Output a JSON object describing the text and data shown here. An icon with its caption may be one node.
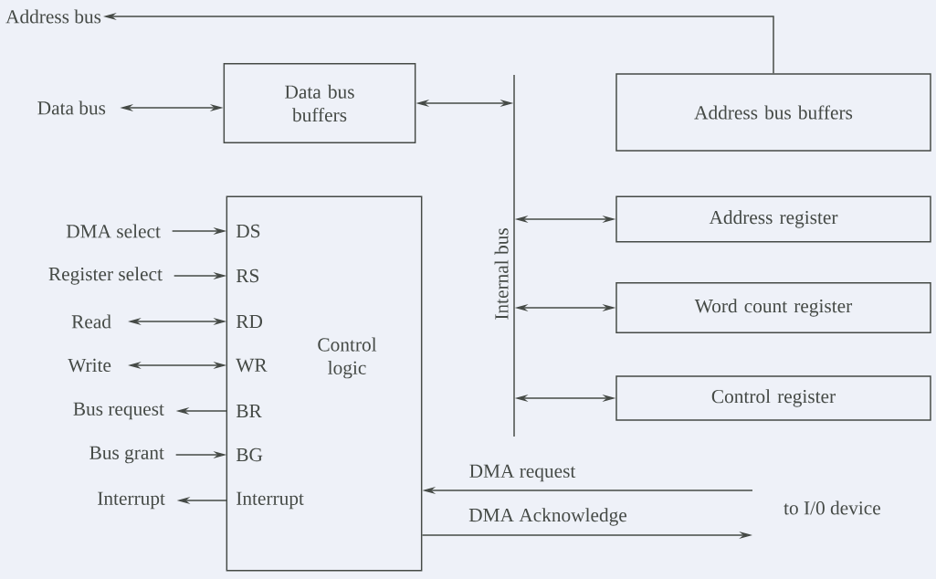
{
  "diagram": {
    "nodes": [
      {
        "text": [
          "Address bus"
        ]
      },
      {
        "text": [
          "Data bus"
        ]
      },
      {
        "text": [
          "Data bus buffers"
        ]
      },
      {
        "text": [
          "Address bus buffers"
        ]
      },
      {
        "text": [
          "Internal bus"
        ]
      },
      {
        "text": [
          "Address register"
        ]
      },
      {
        "text": [
          "Word count register"
        ]
      },
      {
        "text": [
          "Control register"
        ]
      },
      {
        "text": [
          "Control logic"
        ]
      },
      {
        "text": [
          "DS"
        ],
        "in": 8
      },
      {
        "text": [
          "RS"
        ],
        "in": 8
      },
      {
        "text": [
          "RD"
        ],
        "in": 8
      },
      {
        "text": [
          "WR"
        ],
        "in": 8
      },
      {
        "text": [
          "BR"
        ],
        "in": 8
      },
      {
        "text": [
          "BG"
        ],
        "in": 8
      },
      {
        "text": [
          "Interrupt"
        ],
        "in": 8
      },
      {
        "text": [
          "DMA select"
        ]
      },
      {
        "text": [
          "Register select"
        ]
      },
      {
        "text": [
          "Read"
        ]
      },
      {
        "text": [
          "Write"
        ]
      },
      {
        "text": [
          "Bus request"
        ]
      },
      {
        "text": [
          "Bus grant"
        ]
      },
      {
        "text": [
          "Interrupt"
        ]
      },
      {
        "text": [
          "to I/0 device"
        ]
      }
    ],
    "edges": [
      {
        "from": 3,
        "to": 0,
        "arrow": "to"
      },
      {
        "from": 1,
        "to": 2,
        "arrow": "both"
      },
      {
        "from": 2,
        "to": 4,
        "arrow": "both"
      },
      {
        "from": 4,
        "to": 5,
        "arrow": "both"
      },
      {
        "from": 4,
        "to": 6,
        "arrow": "both"
      },
      {
        "from": 4,
        "to": 7,
        "arrow": "both"
      },
      {
        "from": 16,
        "to": 9,
        "arrow": "to"
      },
      {
        "from": 17,
        "to": 10,
        "arrow": "to"
      },
      {
        "from": 18,
        "to": 11,
        "arrow": "both"
      },
      {
        "from": 19,
        "to": 12,
        "arrow": "both"
      },
      {
        "from": 13,
        "to": 20,
        "arrow": "to"
      },
      {
        "from": 21,
        "to": 14,
        "arrow": "to"
      },
      {
        "from": 15,
        "to": 22,
        "arrow": "to"
      },
      {
        "from": 23,
        "to": 8,
        "arrow": "to",
        "label": "DMA request"
      },
      {
        "from": 8,
        "to": 23,
        "arrow": "to",
        "label": "DMA Acknowledge"
      }
    ]
  }
}
